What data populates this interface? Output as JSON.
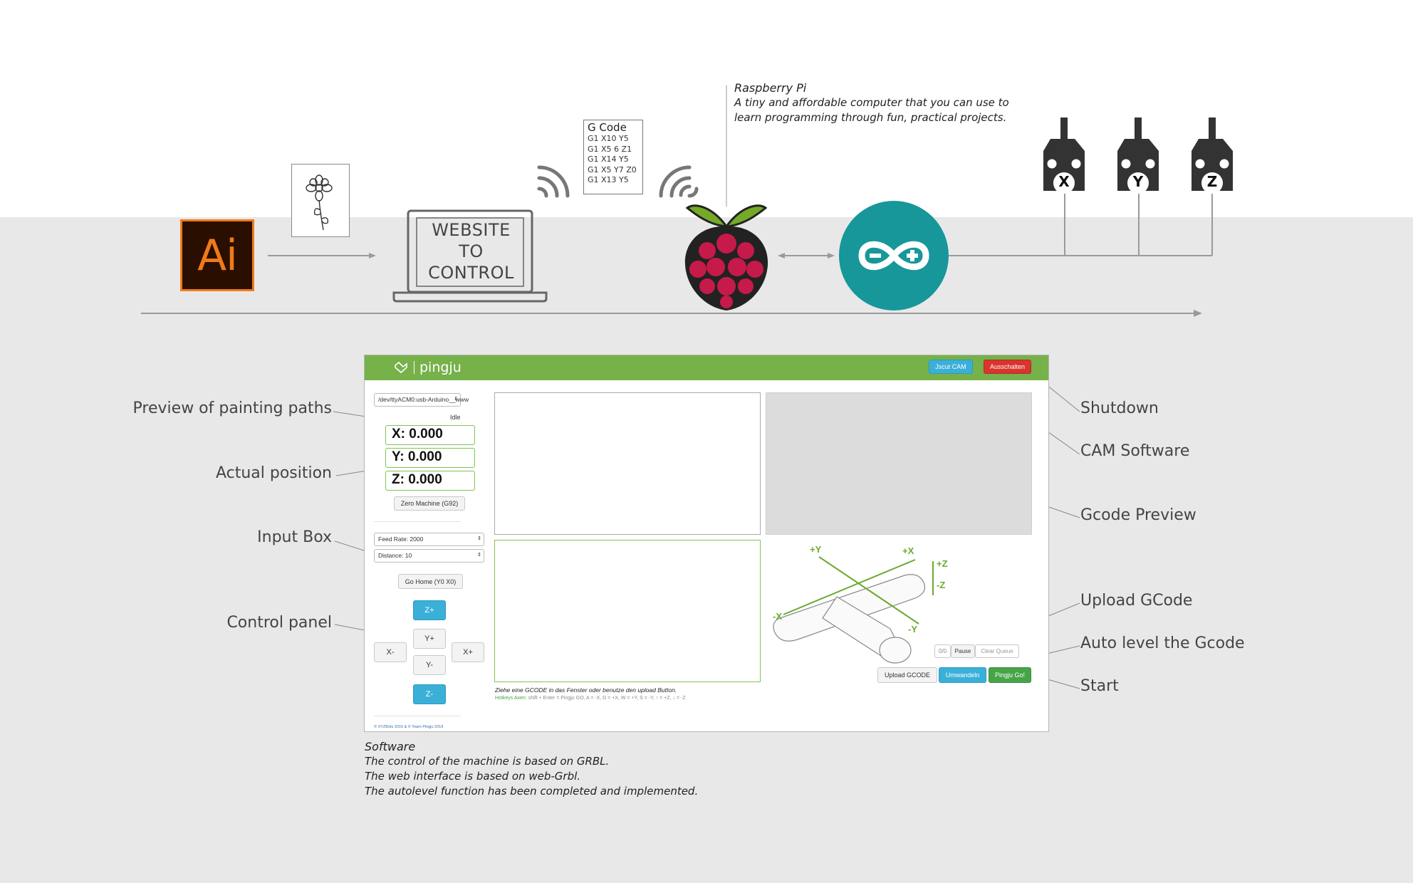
{
  "pipeline": {
    "ai_logo_text": "Ai",
    "laptop_text_lines": [
      "WEBSITE",
      "TO",
      "CONTROL"
    ],
    "gcode": {
      "title": "G Code",
      "lines": [
        "G1 X10 Y5",
        "G1 X5  6 Z1",
        "G1 X14 Y5",
        "G1 X5 Y7  Z0",
        "G1 X13 Y5"
      ]
    },
    "raspberry_pi": {
      "title": "Raspberry Pi",
      "lines": [
        "A tiny and affordable computer that you can use to",
        "learn programming through fun, practical projects."
      ]
    },
    "arduino": {
      "minus": "−",
      "plus": "+"
    },
    "motors": [
      "X",
      "Y",
      "Z"
    ]
  },
  "app": {
    "brand": "pingju",
    "header_buttons": {
      "cam": "Jscut CAM",
      "shutdown": "Ausschalten"
    },
    "port_select": "/dev/ttyACM0:usb-Arduino__www",
    "status": "Idle",
    "coords": {
      "x": "X: 0.000",
      "y": "Y: 0.000",
      "z": "Z: 0.000"
    },
    "zero_button": "Zero Machine (G92)",
    "feed_rate": "Feed Rate: 2000",
    "distance": "Distance: 10",
    "home_button": "Go Home (Y0 X0)",
    "jog": {
      "z_plus": "Z+",
      "y_plus": "Y+",
      "x_minus": "X-",
      "x_plus": "X+",
      "y_minus": "Y-",
      "z_minus": "Z-"
    },
    "footer": "© XYZBots 2015 & © Team Pingju 2018",
    "hint": "Ziehe eine GCODE in das Fenster oder benutze den upload Button.",
    "hotkeys_label": "Hotkeys Axen:",
    "hotkeys_text": "shift + Enter = Pingju GO, A = -X, D = +X, W = +Y, S = -Y, ↑ = +Z, ↓ = -Z",
    "queue": {
      "count": "0/0",
      "pause": "Pause",
      "clear": "Clear Queue"
    },
    "action_buttons": {
      "upload": "Upload GCODE",
      "convert": "Umwandeln",
      "go": "Pingju Go!"
    },
    "axis_labels": {
      "plus_y": "+Y",
      "minus_y": "-Y",
      "minus_x": "-X",
      "plus_x": "+X",
      "plus_z": "+Z",
      "minus_z": "-Z"
    }
  },
  "callouts": {
    "left": [
      "Preview of painting paths",
      "Actual position",
      "Input Box",
      "Control panel"
    ],
    "right": [
      "Shutdown",
      "CAM Software",
      "Gcode Preview",
      "Upload GCode",
      "Auto level the Gcode",
      "Start"
    ]
  },
  "software_caption": {
    "title": "Software",
    "lines": [
      "The control of the machine is based on GRBL.",
      "The web interface is based on web-Grbl.",
      "The autolevel function has been completed and implemented."
    ]
  },
  "colors": {
    "ai_orange": "#f07a18",
    "arduino_teal": "#17979a",
    "raspberry_red": "#c51a4a",
    "leaf_green": "#75a928",
    "app_green": "#76b14a"
  }
}
